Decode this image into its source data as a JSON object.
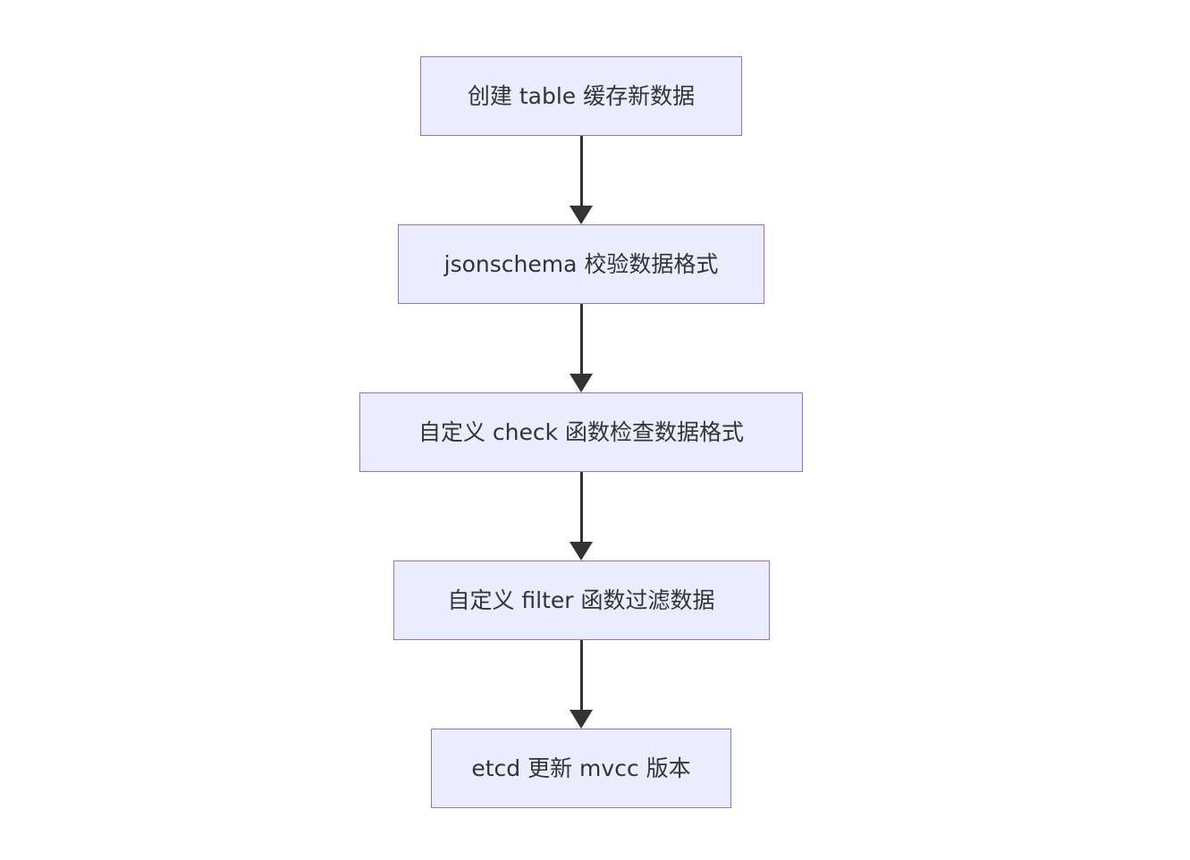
{
  "diagram": {
    "type": "flowchart",
    "direction": "top-down",
    "nodes": [
      {
        "id": "step-1",
        "label": "创建 table 缓存新数据"
      },
      {
        "id": "step-2",
        "label": "jsonschema 校验数据格式"
      },
      {
        "id": "step-3",
        "label": "自定义 check 函数检查数据格式"
      },
      {
        "id": "step-4",
        "label": "自定义 filter 函数过滤数据"
      },
      {
        "id": "step-5",
        "label": "etcd 更新 mvcc 版本"
      }
    ],
    "edges": [
      {
        "from": "step-1",
        "to": "step-2"
      },
      {
        "from": "step-2",
        "to": "step-3"
      },
      {
        "from": "step-3",
        "to": "step-4"
      },
      {
        "from": "step-4",
        "to": "step-5"
      }
    ],
    "colors": {
      "background": "#FFFFFF",
      "node_fill": "#ECECFF",
      "node_border": "#9370DB",
      "text": "#333333",
      "arrow": "#333333"
    }
  }
}
